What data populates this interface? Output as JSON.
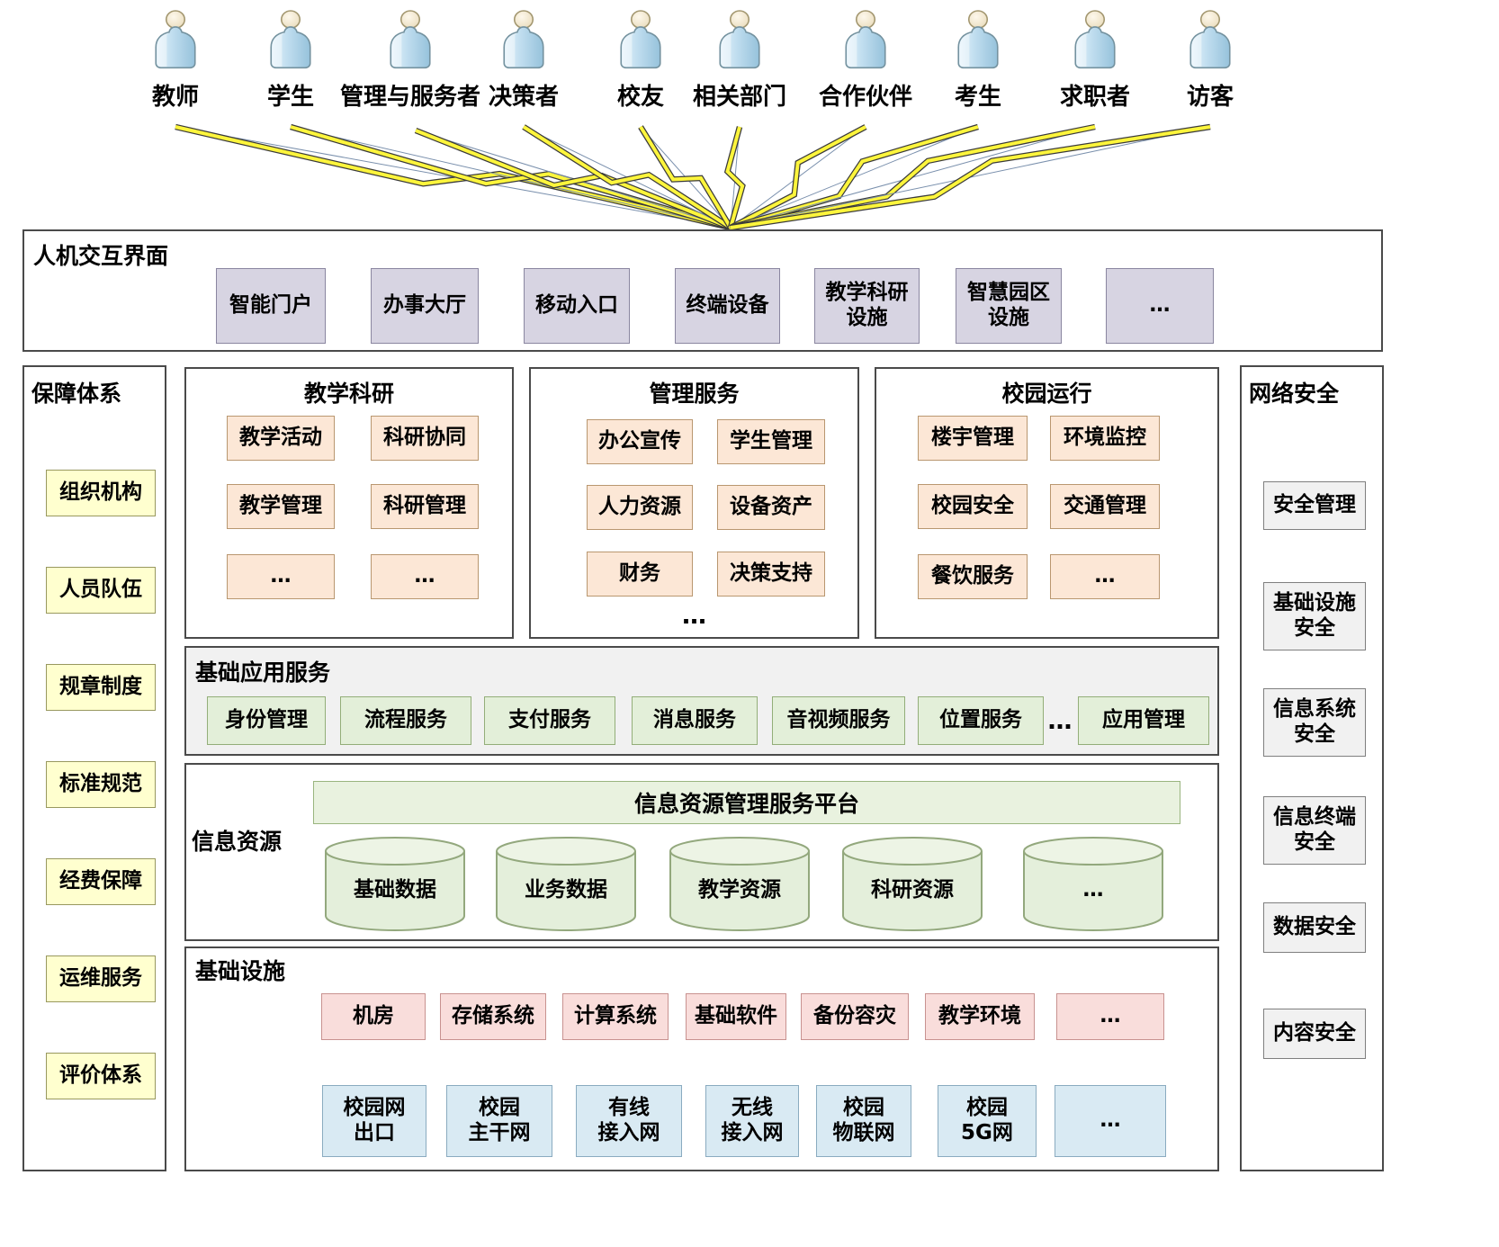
{
  "users": [
    "教师",
    "学生",
    "管理与服务者",
    "决策者",
    "校友",
    "相关部门",
    "合作伙伴",
    "考生",
    "求职者",
    "访客"
  ],
  "hci": {
    "title": "人机交互界面",
    "items": [
      "智能门户",
      "办事大厅",
      "移动入口",
      "终端设备",
      "教学科研\n设施",
      "智慧园区\n设施",
      "…"
    ]
  },
  "guarantee": {
    "title": "保障体系",
    "items": [
      "组织机构",
      "人员队伍",
      "规章制度",
      "标准规范",
      "经费保障",
      "运维服务",
      "评价体系"
    ]
  },
  "network_security": {
    "title": "网络安全",
    "items": [
      "安全管理",
      "基础设施\n安全",
      "信息系统\n安全",
      "信息终端\n安全",
      "数据安全",
      "内容安全"
    ]
  },
  "teaching_research": {
    "title": "教学科研",
    "items": [
      "教学活动",
      "科研协同",
      "教学管理",
      "科研管理",
      "…",
      "…"
    ]
  },
  "management_services": {
    "title": "管理服务",
    "items": [
      "办公宣传",
      "学生管理",
      "人力资源",
      "设备资产",
      "财务",
      "决策支持"
    ],
    "more": "…"
  },
  "campus_operation": {
    "title": "校园运行",
    "items": [
      "楼宇管理",
      "环境监控",
      "校园安全",
      "交通管理",
      "餐饮服务",
      "…"
    ]
  },
  "app_services": {
    "title": "基础应用服务",
    "items": [
      "身份管理",
      "流程服务",
      "支付服务",
      "消息服务",
      "音视频服务",
      "位置服务"
    ],
    "more": "…",
    "last": "应用管理"
  },
  "info_resources": {
    "title": "信息资源",
    "platform": "信息资源管理服务平台",
    "cylinders": [
      "基础数据",
      "业务数据",
      "教学资源",
      "科研资源",
      "…"
    ]
  },
  "infrastructure": {
    "title": "基础设施",
    "row1": [
      "机房",
      "存储系统",
      "计算系统",
      "基础软件",
      "备份容灾",
      "教学环境",
      "…"
    ],
    "row2": [
      "校园网\n出口",
      "校园\n主干网",
      "有线\n接入网",
      "无线\n接入网",
      "校园\n物联网",
      "校园\n5G网",
      "…"
    ]
  },
  "colors": {
    "hci_box": "#d7d4e2",
    "app_box": "#fce7d6",
    "guarantee_box": "#ffffcf",
    "service_box": "#e3efd9",
    "security_box": "#f1f1f1",
    "infra_box": "#f9dddb",
    "network_box": "#d9eaf3",
    "bolt": "#fdf53c"
  }
}
